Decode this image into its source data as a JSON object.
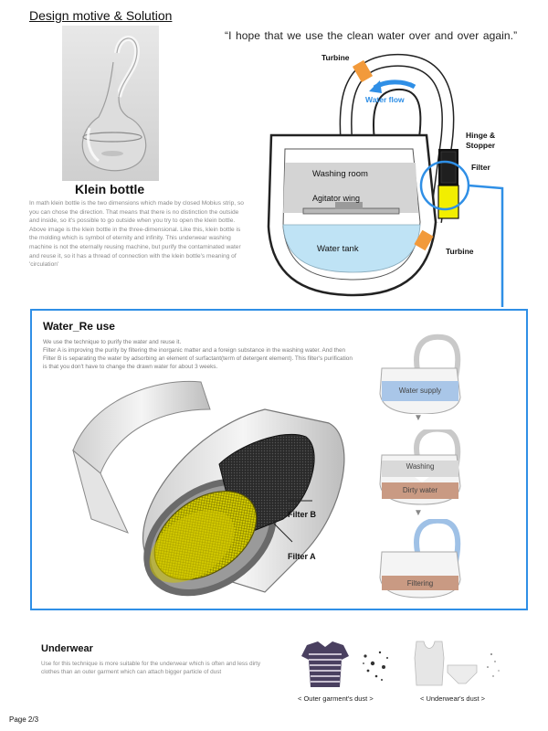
{
  "header": {
    "heading": "Design motive & Solution",
    "quote": "“I  hope  that  we  use  the clean water over and over again.”"
  },
  "klein": {
    "title": "Klein bottle",
    "description": "In math klein bottle is the two dimensions which made by closed Mobius strip, so you can chose the direction. That means that there is no distinction the outside and inside, so it's possible to go outside when you try to open the klein bottle. Above image is the klein bottle in the three-dimensional. Like this, klein bottle is the molding which is symbol of eternity and infinity. This underwear washing machine is not the eternally reusing machine, but purify the contaminated water and reuse it, so it has a thread of connection with the klein bottle's meaning of 'circulation'"
  },
  "machine": {
    "turbine_top": "Turbine",
    "water_flow": "Water flow",
    "hinge": "Hinge &",
    "stopper": "Stopper",
    "filter": "Filter",
    "washing_room": "Washing room",
    "agitator": "Agitator wing",
    "water_tank": "Water tank",
    "turbine_bottom": "Turbine"
  },
  "reuse": {
    "title": "Water_Re use",
    "desc_line1": "We use the technique to purify the water and reuse it.",
    "desc_line2": "Filter A is improving the purity by filtering the inorganic matter and a foreign substance in the washing water. And then Filter B is separating the water by adsorbing an element of surfactant(term of detergent element). This filter's purification is that you don't have to change the drawn water for about 3 weeks.",
    "filter_b": "Filter  B",
    "filter_a": "Filter  A",
    "stages": {
      "supply": "Water supply",
      "washing": "Washing",
      "dirty": "Dirty water",
      "filtering": "Filtering"
    }
  },
  "underwear": {
    "title": "Underwear",
    "description": "Use for this technique is more suitable for the underwear which is often and less dirty clothes than an outer garment which can attach bigger particle of dust",
    "caption_outer": "< Outer garment's dust >",
    "caption_under": "< Underwear's dust >"
  },
  "footer": {
    "page": "Page 2/3"
  },
  "colors": {
    "accent_blue": "#2f8fe6",
    "turbine_orange": "#f29a3b",
    "filter_yellow": "#f2ee00",
    "tank_blue": "#bfe3f5",
    "washing_gray": "#d4d4d4",
    "dirty_brown": "#c99a83"
  }
}
